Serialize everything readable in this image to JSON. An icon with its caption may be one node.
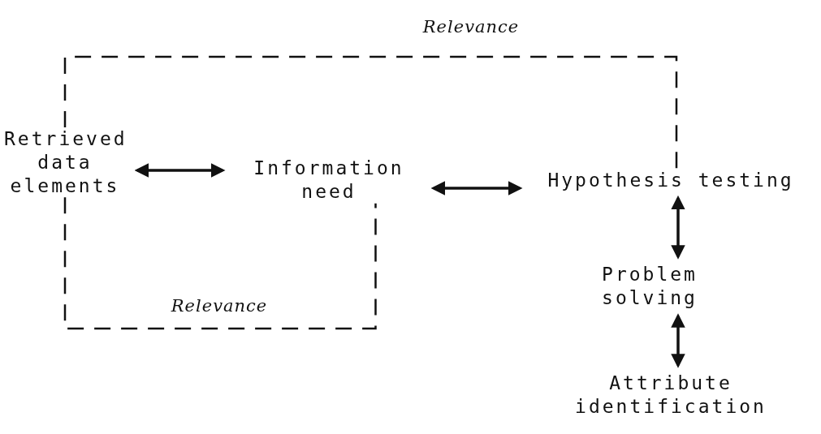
{
  "diagram": {
    "nodes": [
      {
        "text": [
          "Retrieved data elements"
        ]
      },
      {
        "text": [
          "Information need"
        ]
      },
      {
        "text": [
          "Hypothesis testing"
        ]
      },
      {
        "text": [
          "Problem solving"
        ]
      },
      {
        "text": [
          "Attribute identification"
        ]
      }
    ],
    "edges": [
      {
        "from": 0,
        "to": 1,
        "arrow": "both"
      },
      {
        "from": 1,
        "to": 2,
        "arrow": "both"
      },
      {
        "from": 2,
        "to": 3,
        "arrow": "both"
      },
      {
        "from": 3,
        "to": 4,
        "arrow": "both"
      },
      {
        "from": 0,
        "to": 2,
        "arrow": "none",
        "style": "dashed",
        "label": "Relevance"
      },
      {
        "from": 0,
        "to": 1,
        "arrow": "none",
        "style": "dashed",
        "label": "Relevance"
      }
    ]
  }
}
